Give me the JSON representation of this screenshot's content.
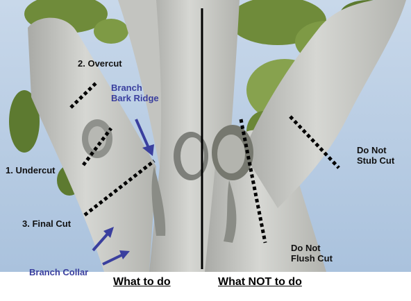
{
  "labels": {
    "overcut": "2. Overcut",
    "branch_bark_ridge_line1": "Branch",
    "branch_bark_ridge_line2": "Bark Ridge",
    "undercut": "1. Undercut",
    "final_cut": "3. Final Cut",
    "branch_collar": "Branch Collar",
    "do_not_stub_line1": "Do Not",
    "do_not_stub_line2": "Stub Cut",
    "do_not_flush_line1": "Do Not",
    "do_not_flush_line2": "Flush Cut"
  },
  "captions": {
    "left": "What to do",
    "right": "What NOT to do"
  },
  "colors": {
    "sky": "#b9cde3",
    "bark": "#c6c7c4",
    "bark_shadow": "#8f918c",
    "foliage": "#6f8b3a",
    "label_blue": "#3a3f9e",
    "cut_line": "#000000"
  }
}
